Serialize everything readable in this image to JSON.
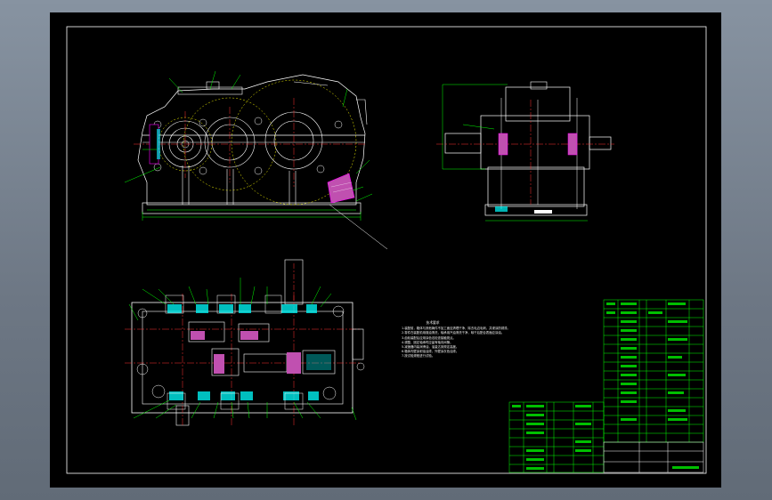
{
  "app": {
    "background_color": "#6a7480",
    "sheet_color": "#000000"
  },
  "drawing": {
    "line_colors": {
      "outline": "#ffffff",
      "dimension": "#00ff00",
      "centerline": "#ff3030",
      "hidden": "#ffff00",
      "section_fill": "#ff00ff",
      "hatch": "#00ffff"
    }
  },
  "notes": {
    "title": "技术要求",
    "lines": [
      "1.装配前，箱体与其他铸件不加工面应清理干净，除去毛边毛刺，并浸涂防锈漆。",
      "2.零件在装配前用煤油清洗，轴承用汽油清洗干净，晾干后配合表面应涂油。",
      "3.齿轮装配后应用涂色法检查接触斑点。",
      "4.调整、固定轴承时应留有轴向间隙。",
      "5.减速器内装润滑油，油量达到规定高度。",
      "6.箱体内壁涂耐油油漆，外壁涂灰色油漆。",
      "7.按试验规程进行试验。"
    ]
  }
}
